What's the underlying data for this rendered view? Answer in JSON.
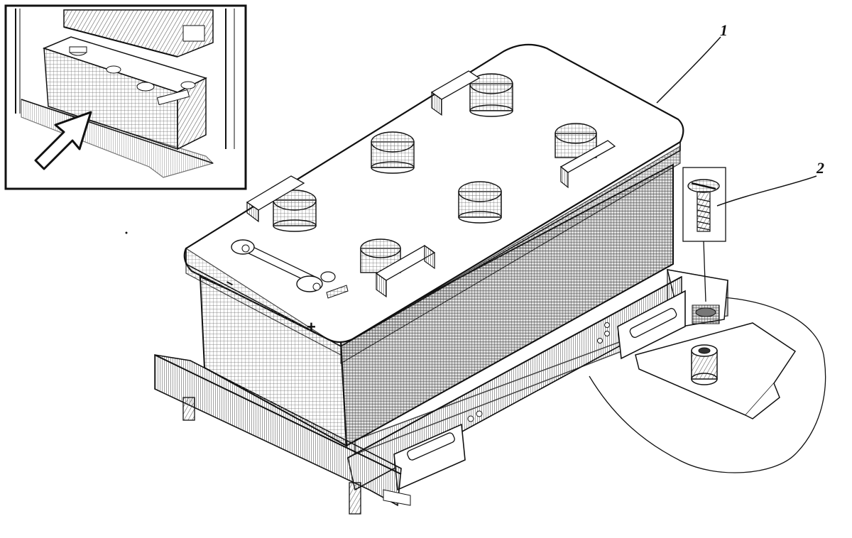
{
  "figure": {
    "callouts": [
      {
        "id": "battery",
        "label": "1"
      },
      {
        "id": "screw",
        "label": "2"
      }
    ],
    "terminal_marks": {
      "positive": "+",
      "negative": "−"
    },
    "inset_pointer": "arrow-icon"
  },
  "colors": {
    "ink": "#111111",
    "paper": "#ffffff",
    "hatch": "#555555"
  }
}
